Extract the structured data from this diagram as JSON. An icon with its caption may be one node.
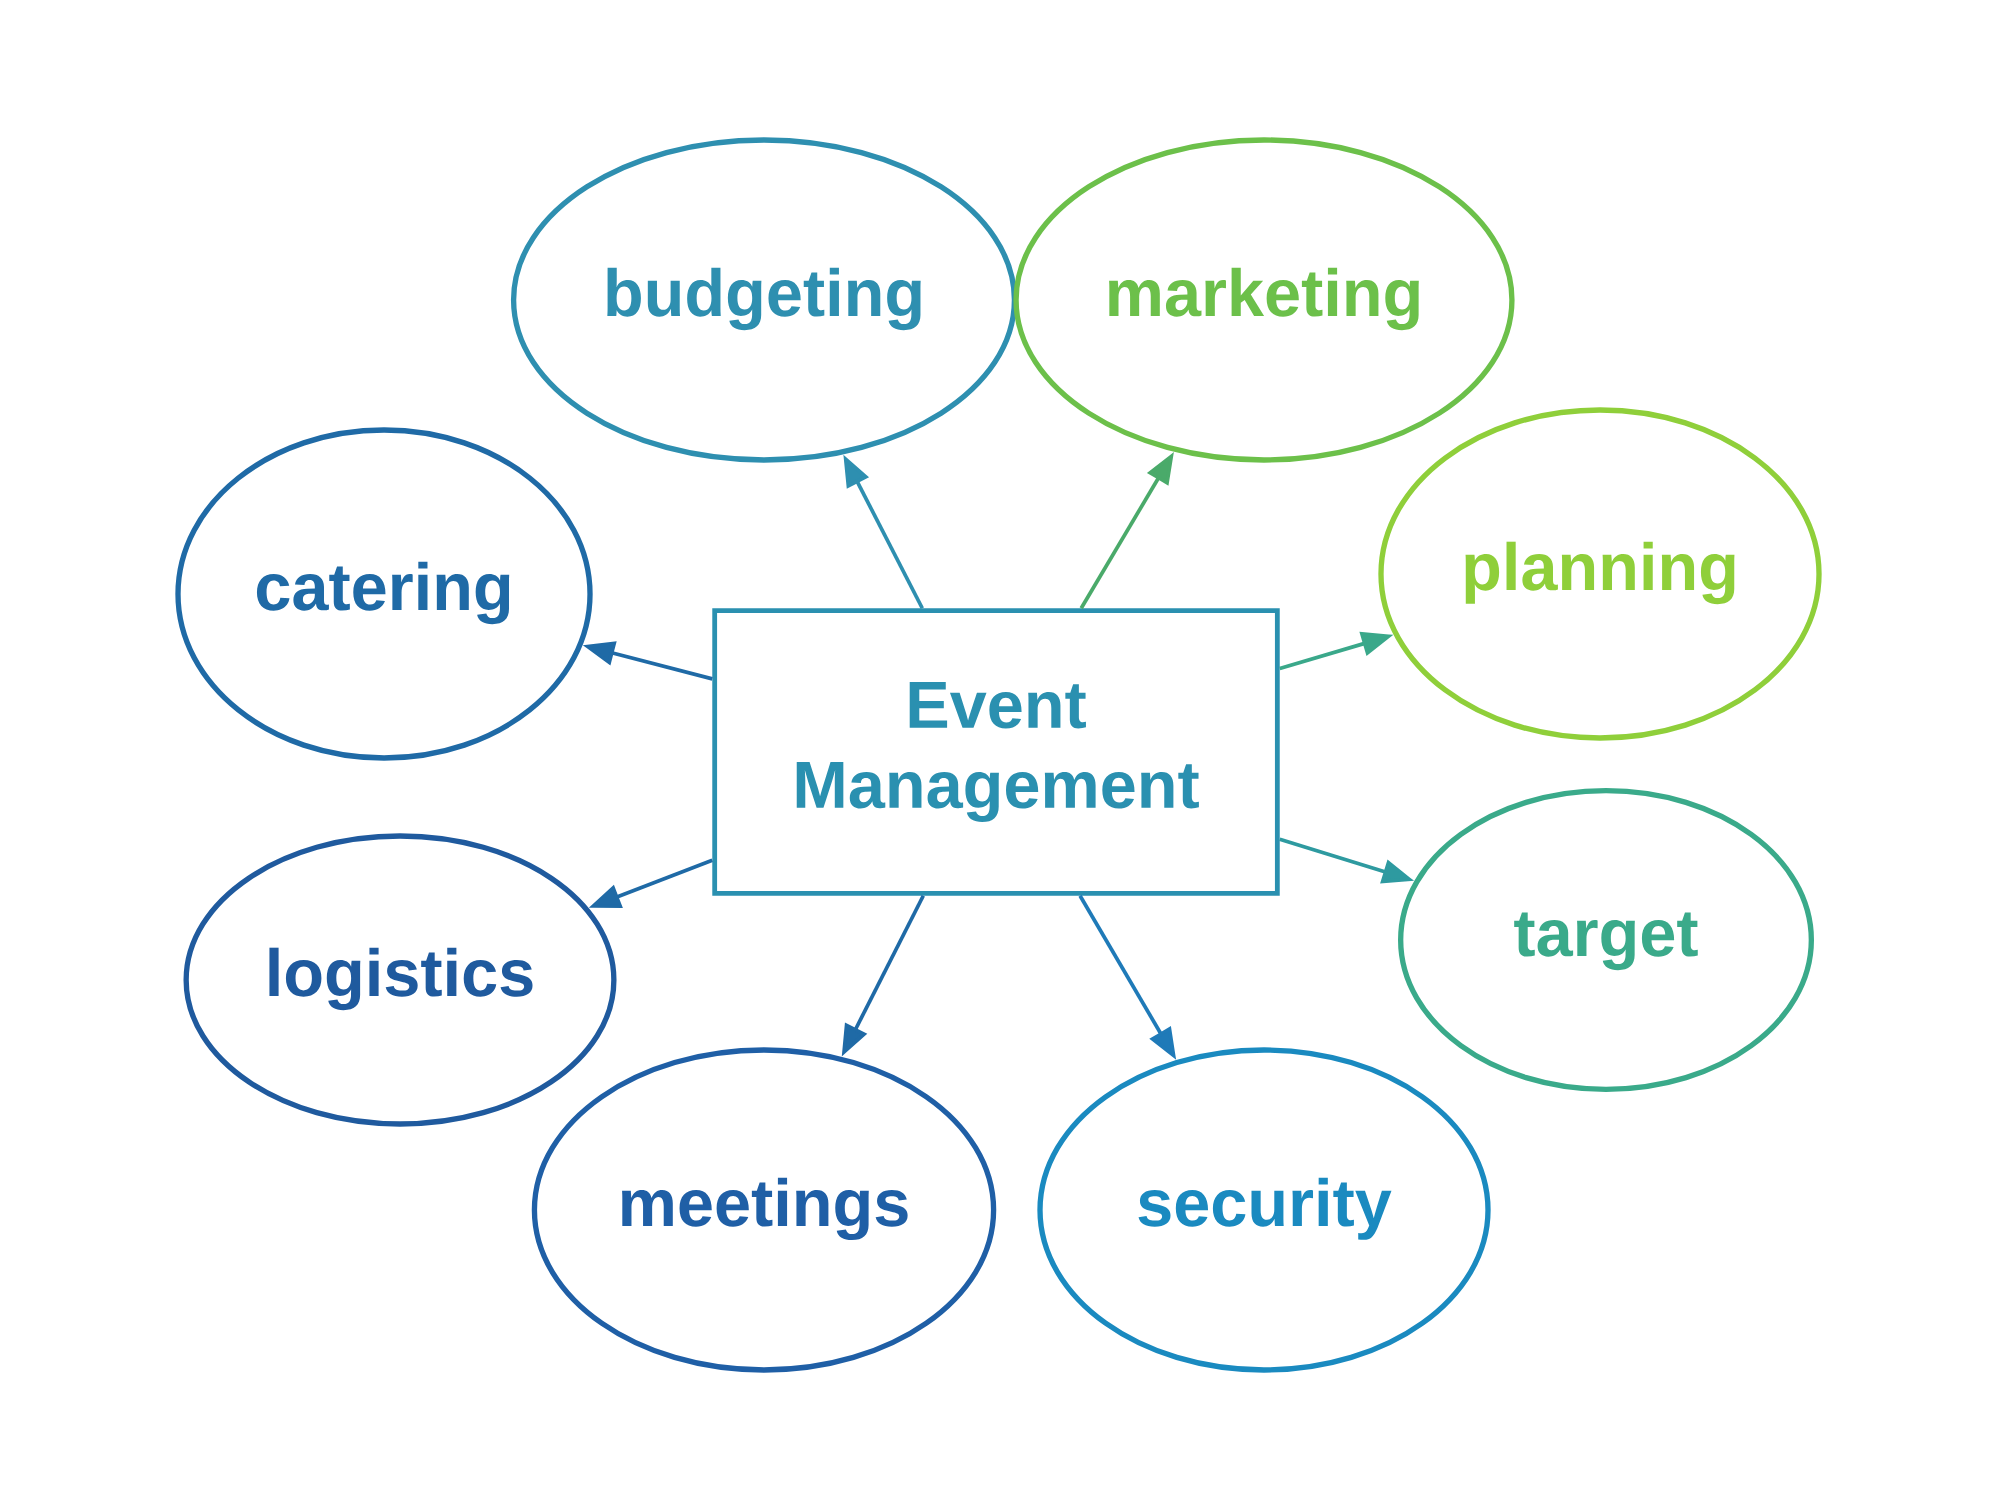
{
  "diagram": {
    "nodes": [
      {
        "text": [
          "Event Management"
        ]
      },
      {
        "text": [
          "budgeting"
        ]
      },
      {
        "text": [
          "marketing"
        ]
      },
      {
        "text": [
          "planning"
        ]
      },
      {
        "text": [
          "target"
        ]
      },
      {
        "text": [
          "security"
        ]
      },
      {
        "text": [
          "meetings"
        ]
      },
      {
        "text": [
          "logistics"
        ]
      },
      {
        "text": [
          "catering"
        ]
      }
    ],
    "edges": [
      {
        "from": 0,
        "to": 1,
        "arrow": "to",
        "color": "#2e8fb0"
      },
      {
        "from": 0,
        "to": 2,
        "arrow": "to",
        "color": "#4aaa6a"
      },
      {
        "from": 0,
        "to": 3,
        "arrow": "to",
        "color": "#3aa88a"
      },
      {
        "from": 0,
        "to": 4,
        "arrow": "to",
        "color": "#2e9aa0"
      },
      {
        "from": 0,
        "to": 5,
        "arrow": "to",
        "color": "#1f7ab8"
      },
      {
        "from": 0,
        "to": 6,
        "arrow": "to",
        "color": "#1f6aa6"
      },
      {
        "from": 0,
        "to": 7,
        "arrow": "to",
        "color": "#1f6aa6"
      },
      {
        "from": 0,
        "to": 8,
        "arrow": "to",
        "color": "#1f6aa6"
      }
    ]
  }
}
